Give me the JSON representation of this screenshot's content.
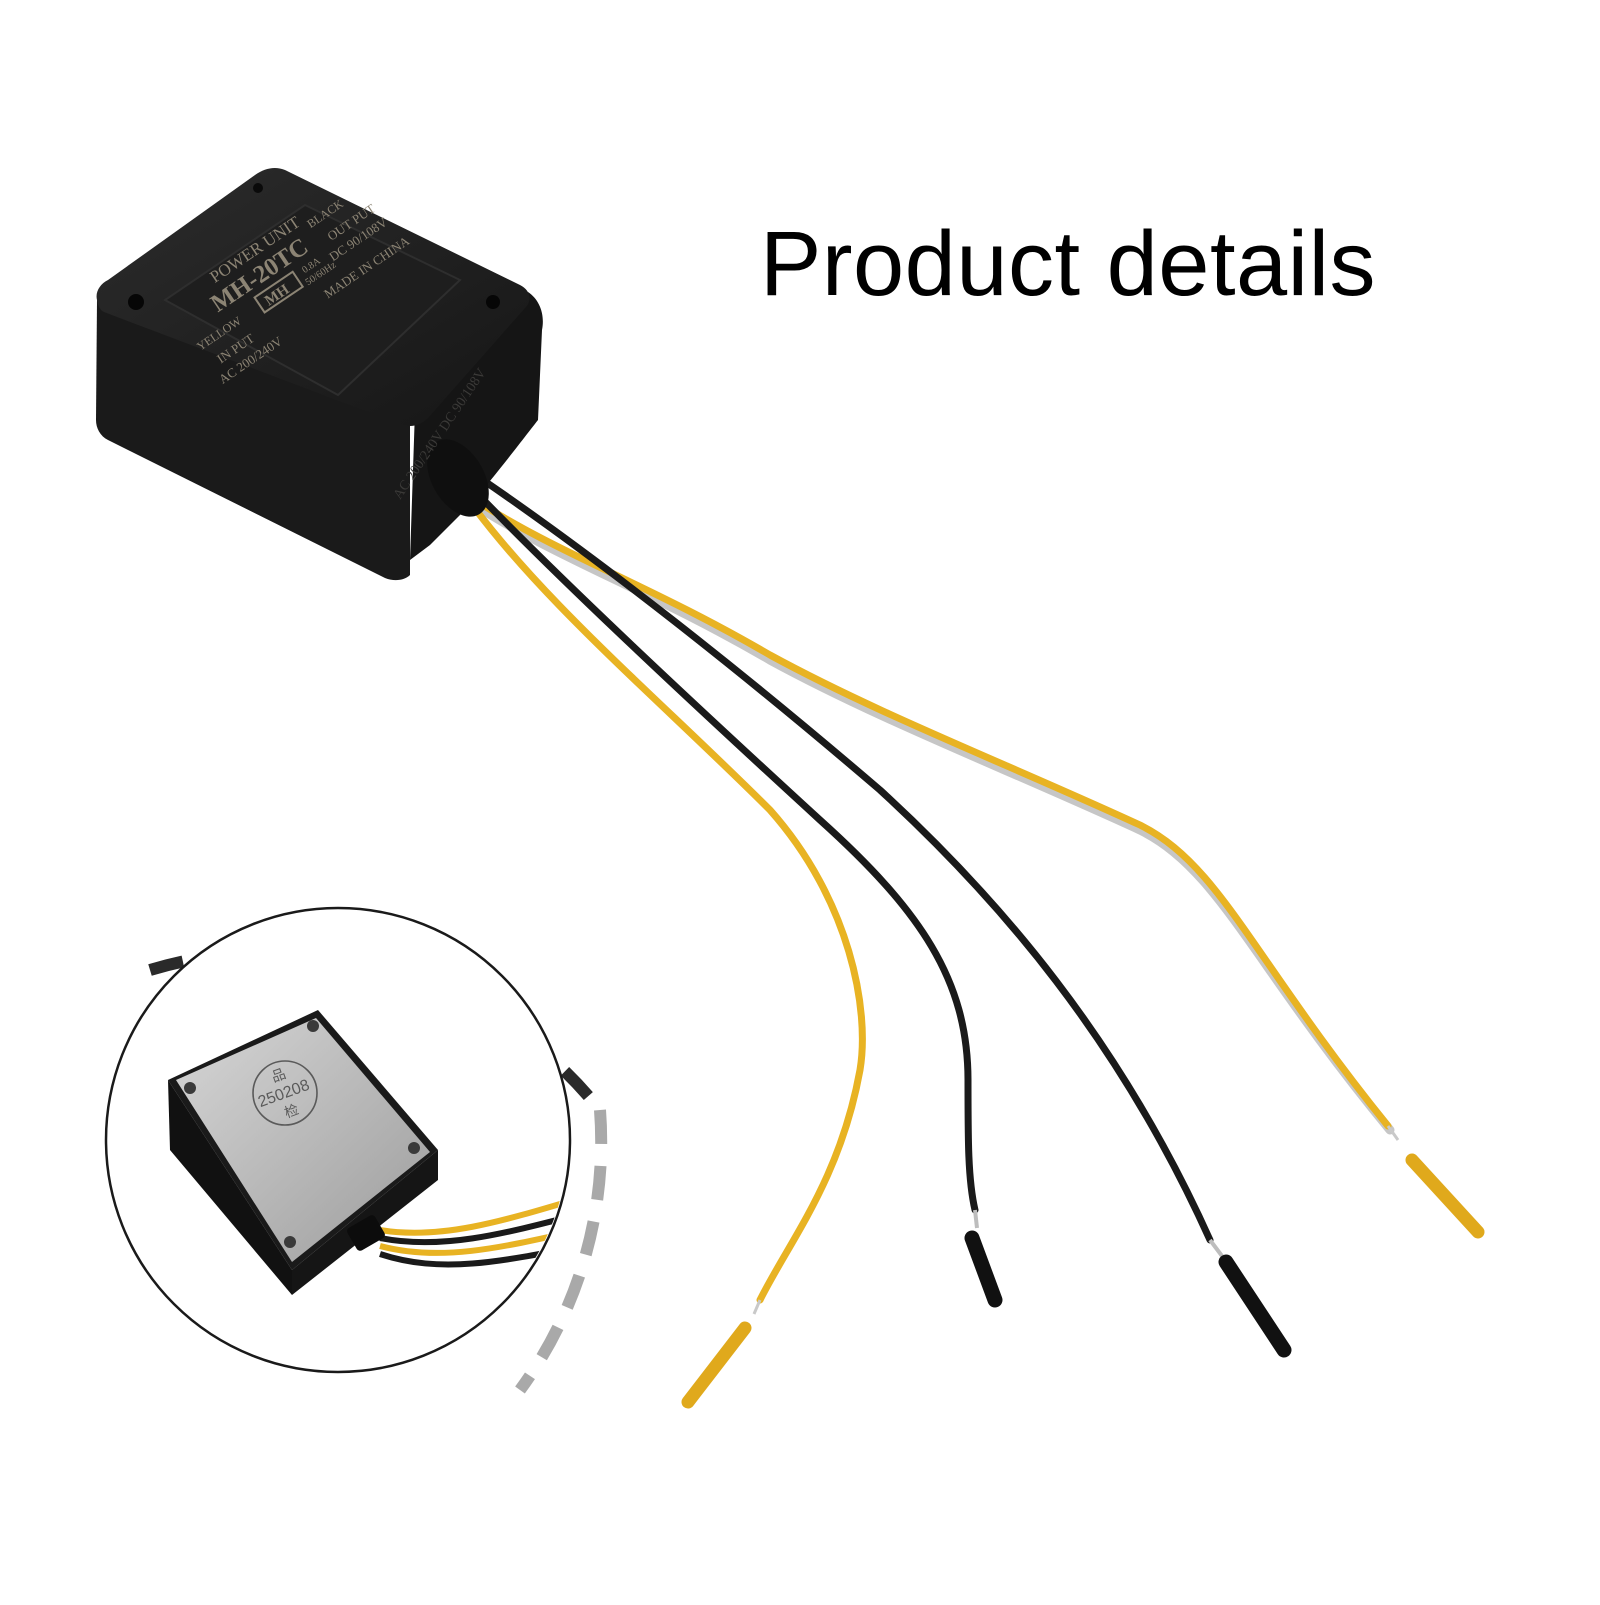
{
  "heading": "Product details",
  "device": {
    "label_lines": {
      "power_unit": "POWER UNIT",
      "model": "MH-20TC",
      "yellow": "YELLOW",
      "black": "BLACK",
      "input": "IN PUT",
      "input_rating": "AC 200/240V",
      "current": "0.8A",
      "frequency": "50/60Hz",
      "output": "OUT PUT",
      "output_rating": "DC 90/108V",
      "made_in": "MADE IN CHINA",
      "logo": "MH"
    },
    "side_text": "AC 200/240V  DC 90/108V"
  },
  "inset": {
    "stamp_top": "品",
    "stamp_number": "250208",
    "stamp_bottom": "检"
  },
  "colors": {
    "yellow_wire": "#e8b323",
    "black_wire": "#1a1a1a",
    "housing": "#1c1c1c",
    "dash_dark": "#2a2a2a",
    "dash_light": "#a9a9a9"
  }
}
